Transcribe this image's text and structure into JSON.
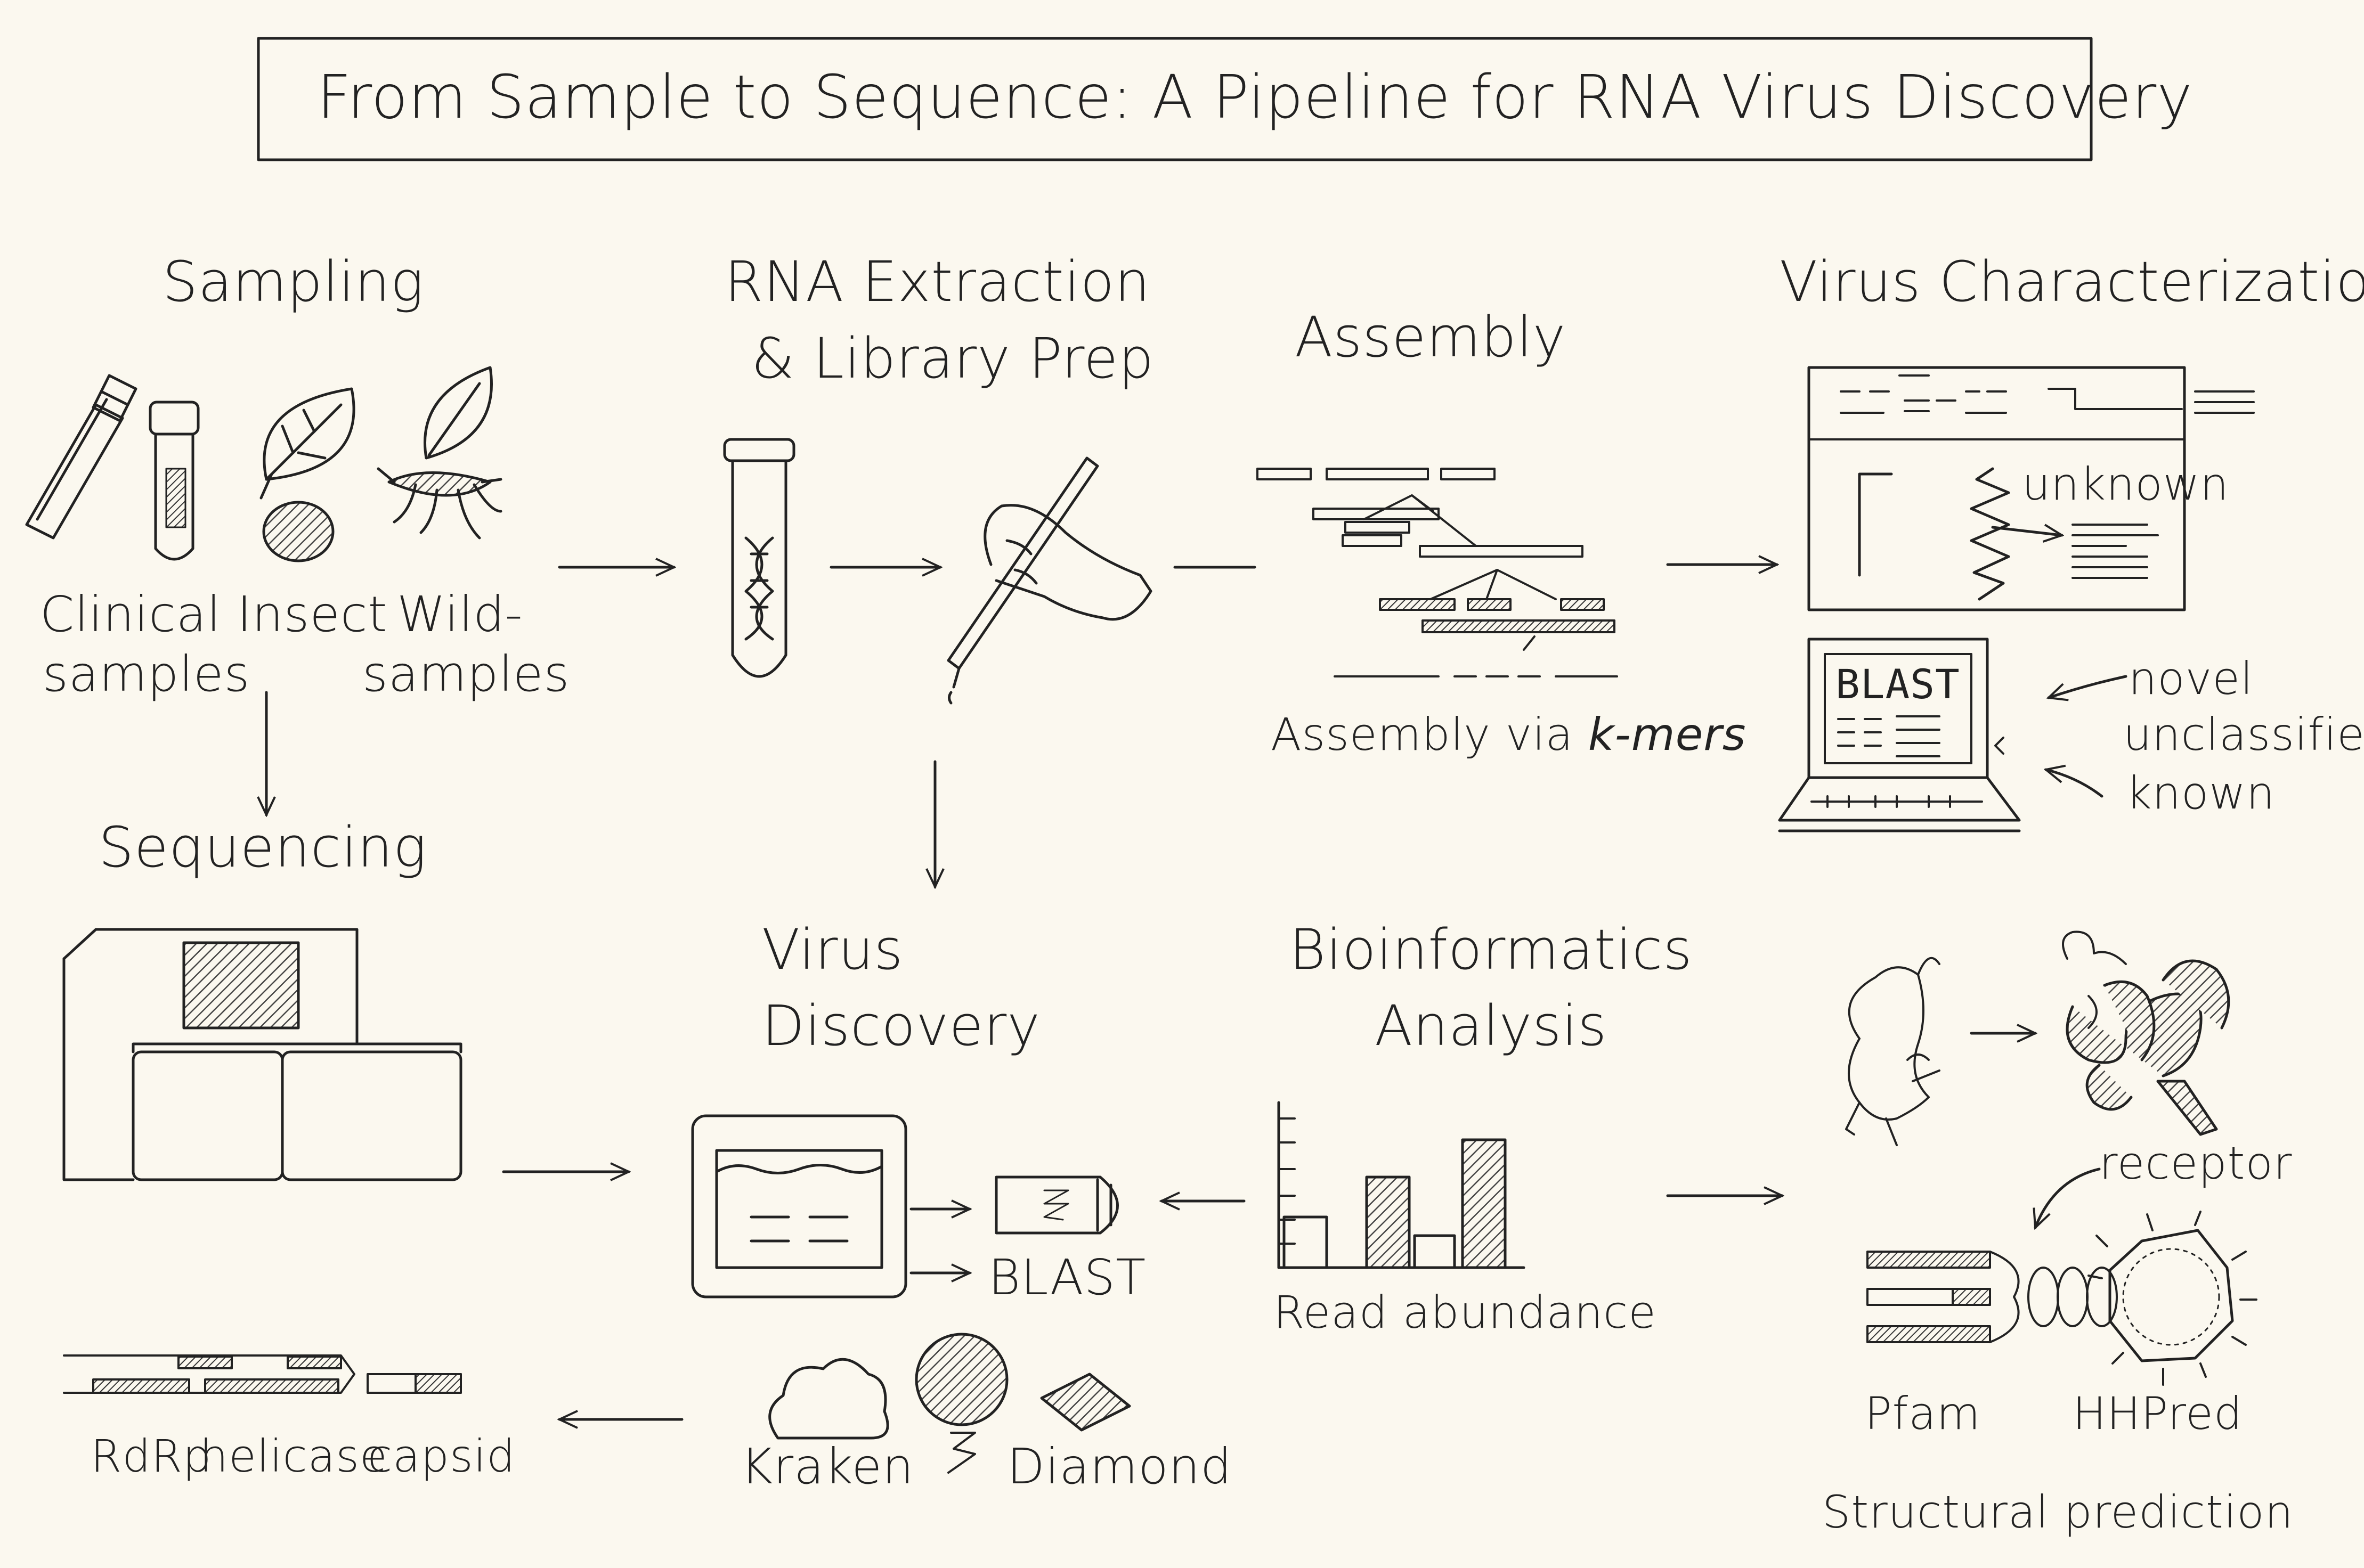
{
  "title": "From Sample to Sequence: A Pipeline for RNA Virus Discovery",
  "sampling": {
    "heading": "Sampling",
    "labels": [
      "Clinical",
      "samples",
      "Insect",
      "Wild-",
      "samples"
    ]
  },
  "extraction": {
    "heading_line1": "RNA Extraction",
    "heading_line2": "& Library Prep"
  },
  "assembly": {
    "heading": "Assembly",
    "caption_main": "Assembly via ",
    "caption_italic": "k-mers"
  },
  "characterization": {
    "heading": "Virus Characterization",
    "unknown_label": "unknown",
    "blast_screen": "BLAST",
    "classes": [
      "novel",
      "unclassified",
      "known"
    ]
  },
  "sequencing": {
    "heading": "Sequencing"
  },
  "discovery": {
    "heading_line1": "Virus",
    "heading_line2": "Discovery",
    "blast_label": "BLAST",
    "tools": [
      "Kraken",
      "Diamond"
    ]
  },
  "bioinformatics": {
    "heading_line1": "Bioinformatics",
    "heading_line2": "Analysis",
    "chart_label": "Read abundance"
  },
  "genome": {
    "labels": [
      "RdRp",
      "helicase",
      "capsid"
    ]
  },
  "structure": {
    "receptor_label": "receptor",
    "tools": [
      "Pfam",
      "HHPred"
    ],
    "caption": "Structural prediction"
  },
  "colors": {
    "ink": "#222222",
    "paper": "#fbf8ef",
    "hatch": "#555555"
  }
}
